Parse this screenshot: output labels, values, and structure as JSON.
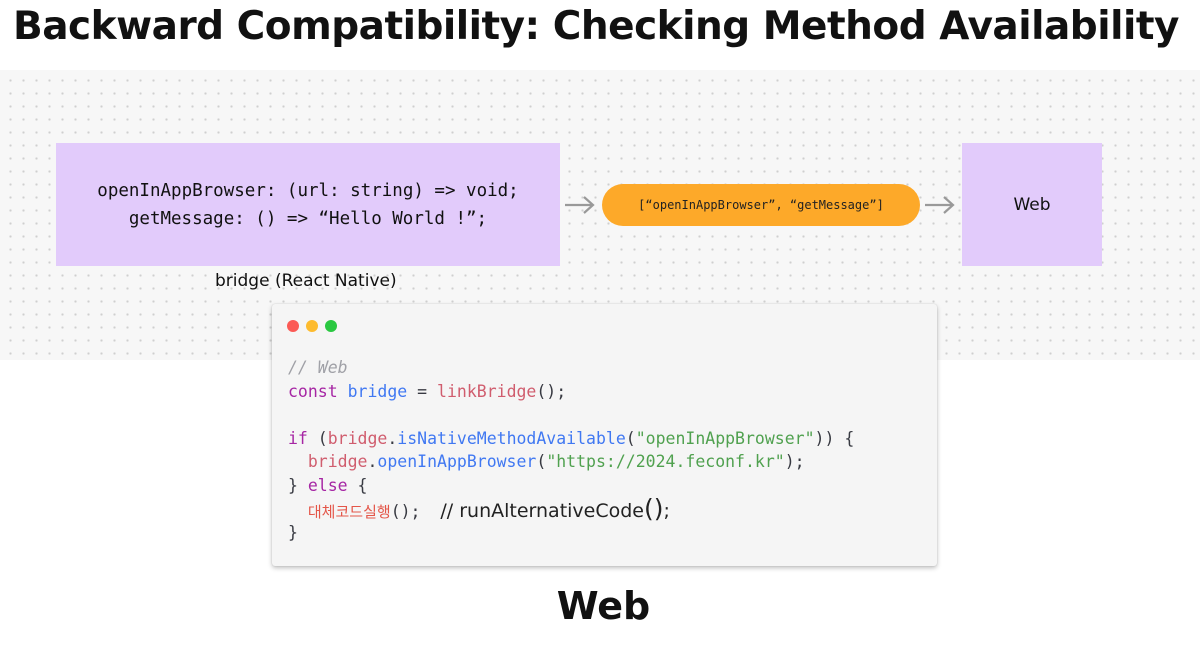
{
  "title": "Backward Compatibility: Checking Method Availability",
  "native_box": {
    "lines": [
      "openInAppBrowser: (url: string) => void;",
      "getMessage: () => “Hello World !”;"
    ],
    "caption": "bridge (React Native)"
  },
  "method_list_pill": "[“openInAppBrowser”, “getMessage”]",
  "web_box": {
    "label": "Web"
  },
  "code_window": {
    "traffic_lights": [
      "#fb5a55",
      "#fdbb2e",
      "#2ac841"
    ],
    "comment": "// Web",
    "line2": {
      "kw": "const",
      "var": "bridge",
      "op": " = ",
      "fn": "linkBridge",
      "end": "();"
    },
    "line4": {
      "kw": "if",
      "open": " (",
      "obj": "bridge",
      "dot": ".",
      "method": "isNativeMethodAvailable",
      "paren": "(",
      "str": "\"openInAppBrowser\"",
      "close": ")) {"
    },
    "line5": {
      "obj": "bridge",
      "dot": ".",
      "method": "openInAppBrowser",
      "paren": "(",
      "str": "\"https://2024.feconf.kr\"",
      "close": ");"
    },
    "line6": {
      "brace": "}",
      "kw": "else",
      "open": " {"
    },
    "line7": {
      "kor": "대체코드실행",
      "call": "();",
      "comment_mark": "// ",
      "alt_fn": "runAlternativeCode",
      "alt_parens": "()",
      "semi": ";"
    },
    "line8": "}"
  },
  "bottom_label": "Web",
  "colors": {
    "box_fill": "#e2cbfb",
    "pill_fill": "#fda929",
    "arrow": "#999999"
  }
}
